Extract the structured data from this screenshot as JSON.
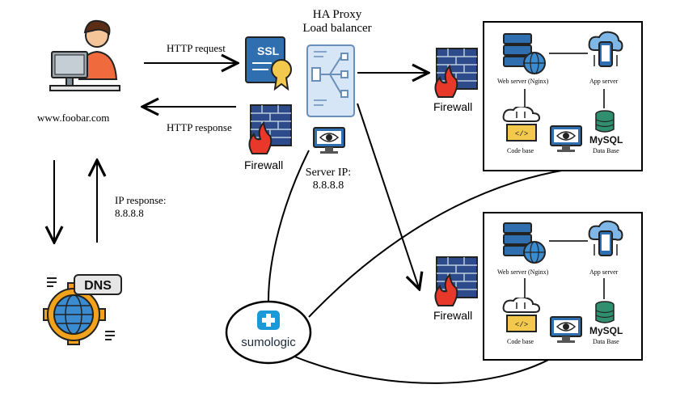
{
  "lb": {
    "title1": "HA Proxy",
    "title2": "Load balancer",
    "server_ip": "Server IP:",
    "server_ip_value": "8.8.8.8"
  },
  "client": {
    "url": "www.foobar.com"
  },
  "http": {
    "request": "HTTP request",
    "response": "HTTP response"
  },
  "dns": {
    "label": "DNS",
    "ip_response": "IP response:",
    "ip_value": "8.8.8.8"
  },
  "firewall": {
    "label": "Firewall"
  },
  "ssl": {
    "label": "SSL"
  },
  "sumo": {
    "label": "sumologic"
  },
  "server_box": {
    "web": "Web server (Nginx)",
    "app": "App server",
    "code": "Code base",
    "db": "Data Base",
    "mysql": "MySQL"
  },
  "colors": {
    "server_blue": "#2f6fb0",
    "flame": "#e8382a",
    "brick": "#2d4a8a",
    "gear": "#f2a31b",
    "sumo_blue": "#1a9ad6",
    "code_yellow": "#f2c94c"
  }
}
